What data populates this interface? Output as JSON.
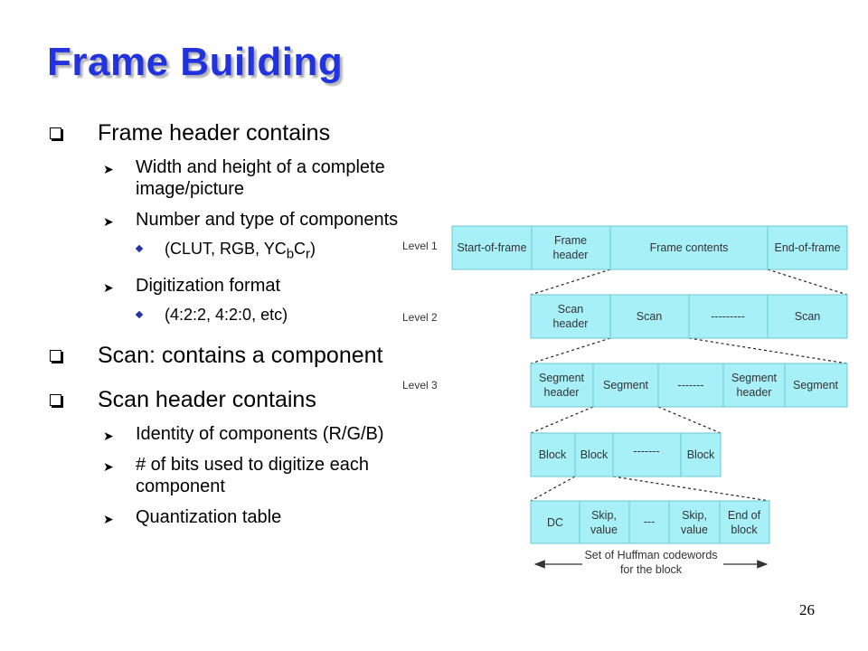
{
  "slide": {
    "title": "Frame Building",
    "page_number": "26"
  },
  "bullets": {
    "frame_header": {
      "label": "Frame header contains",
      "items": {
        "width_height": "Width and height of a complete image/picture",
        "components": "Number and type of components",
        "components_sub": "(CLUT, RGB, YC",
        "components_sub_b": "b",
        "components_sub_c": "C",
        "components_sub_r": "r",
        "components_sub_end": ")",
        "digitization": "Digitization format",
        "digitization_sub": "(4:2:2, 4:2:0, etc)"
      }
    },
    "scan": {
      "label": "Scan: contains a component"
    },
    "scan_header": {
      "label": "Scan header contains",
      "items": {
        "identity": "Identity of components (R/G/B)",
        "bits": "# of bits used to digitize each component",
        "quant": "Quantization table"
      }
    }
  },
  "diagram": {
    "colors": {
      "cell_fill": "#a8f0f8",
      "cell_stroke": "#6ec6d0",
      "title": "#2233dd"
    },
    "levels": [
      "Level 1",
      "Level 2",
      "Level 3"
    ],
    "row1": [
      "Start-of-frame",
      "Frame|header",
      "Frame contents",
      "End-of-frame"
    ],
    "row2": [
      "Scan|header",
      "Scan",
      "---------",
      "Scan"
    ],
    "row3": [
      "Segment|header",
      "Segment",
      "-------",
      "Segment|header",
      "Segment"
    ],
    "row4": [
      "Block",
      "Block",
      "-------",
      "Block"
    ],
    "row5": [
      "DC",
      "Skip,|value",
      "---",
      "Skip,|value",
      "End of|block"
    ],
    "huffman_label_1": "Set of Huffman codewords",
    "huffman_label_2": "for the block"
  }
}
